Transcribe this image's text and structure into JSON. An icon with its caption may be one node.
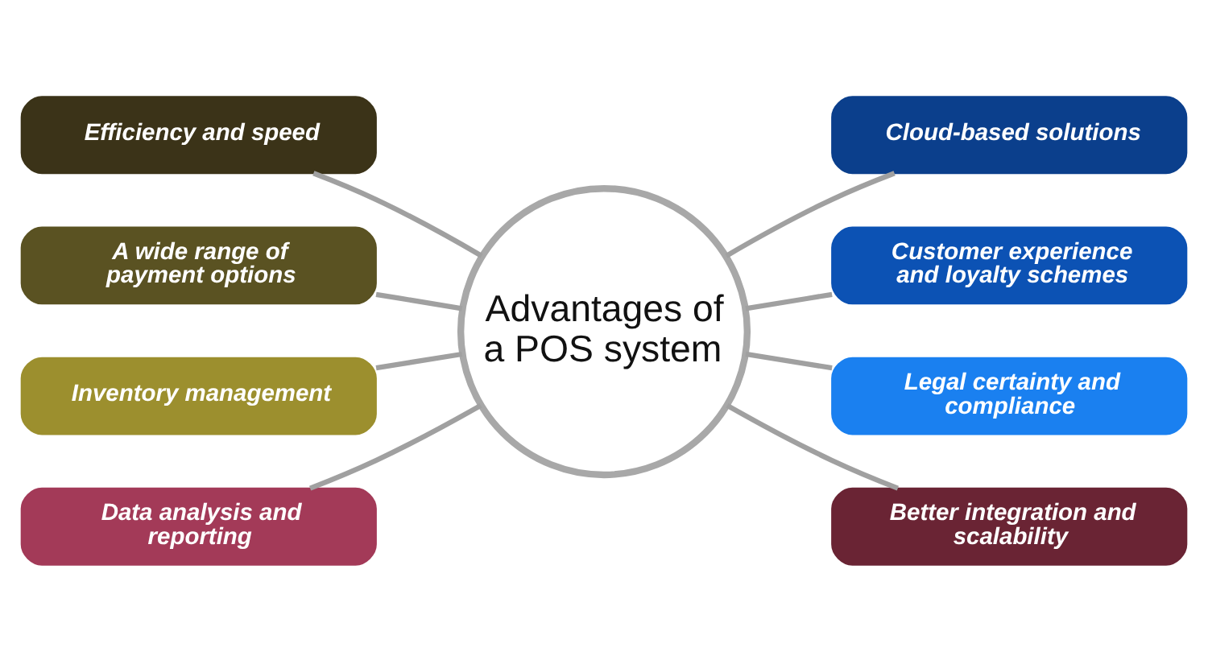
{
  "diagram": {
    "nodes": [
      {
        "text": [
          "Advantages of a POS system"
        ]
      },
      {
        "text": [
          "Efficiency and speed"
        ]
      },
      {
        "text": [
          "A wide range of payment options"
        ]
      },
      {
        "text": [
          "Inventory management"
        ]
      },
      {
        "text": [
          "Data analysis and reporting"
        ]
      },
      {
        "text": [
          "Cloud-based solutions"
        ]
      },
      {
        "text": [
          "Customer experience and loyalty schemes"
        ]
      },
      {
        "text": [
          "Legal certainty and compliance"
        ]
      },
      {
        "text": [
          "Better integration and scalability"
        ]
      }
    ],
    "edges": [
      {
        "from": 1,
        "to": 0,
        "arrow": "none"
      },
      {
        "from": 2,
        "to": 0,
        "arrow": "none"
      },
      {
        "from": 3,
        "to": 0,
        "arrow": "none"
      },
      {
        "from": 4,
        "to": 0,
        "arrow": "none"
      },
      {
        "from": 0,
        "to": 5,
        "arrow": "none"
      },
      {
        "from": 0,
        "to": 6,
        "arrow": "none"
      },
      {
        "from": 0,
        "to": 7,
        "arrow": "none"
      },
      {
        "from": 0,
        "to": 8,
        "arrow": "none"
      }
    ]
  }
}
